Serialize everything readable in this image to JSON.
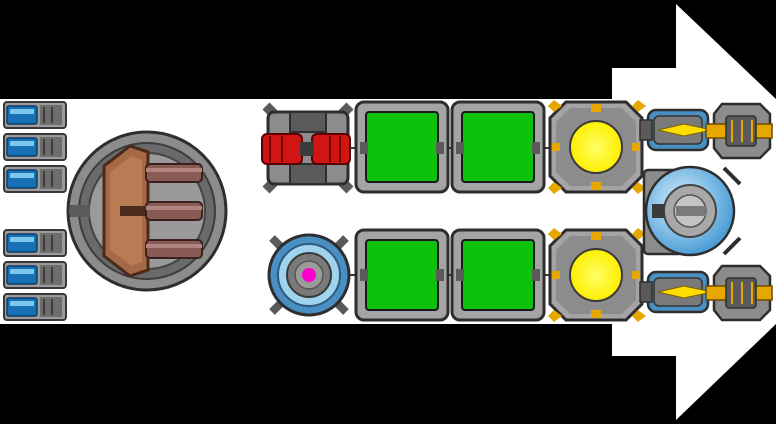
{
  "colors": {
    "background": "#000000",
    "hull": "#ffffff",
    "panel": "#a4a4a4",
    "panel_dark": "#5a5a5a",
    "panel_light": "#c9c9c9",
    "outline": "#2e2e2e",
    "core_green": "#0dc20d",
    "core_yellow": "#ffff00",
    "accent_gold": "#e6a800",
    "accent_blue": "#3a9ad0",
    "accent_blue_light": "#9fd3ee",
    "accent_red": "#d11414",
    "accent_copper": "#a56a45",
    "accent_copper_dark": "#6e3f2c",
    "accent_magenta": "#ff00cc",
    "pipe": "#8a5a55"
  },
  "modules": [
    {
      "name": "battery-cell",
      "count": 6
    },
    {
      "name": "triple-cannon-turret",
      "count": 1
    },
    {
      "name": "red-thruster-block",
      "count": 1
    },
    {
      "name": "blue-shield-generator",
      "count": 1
    },
    {
      "name": "green-storage-crate",
      "count": 4
    },
    {
      "name": "yellow-reactor-core",
      "count": 2
    },
    {
      "name": "blue-plasma-gun",
      "count": 2
    },
    {
      "name": "gold-railgun",
      "count": 2
    },
    {
      "name": "blue-dome-sensor",
      "count": 1
    }
  ]
}
